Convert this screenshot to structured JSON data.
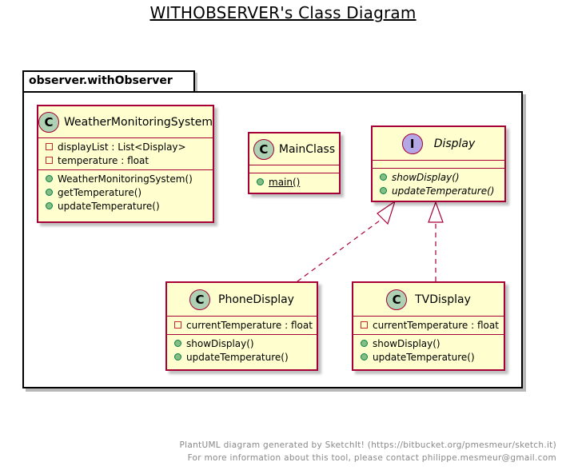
{
  "title": "WITHOBSERVER's Class Diagram",
  "package": {
    "name": "observer.withObserver"
  },
  "classes": {
    "weather": {
      "stereotype": "C",
      "name": "WeatherMonitoringSystem",
      "attributes": [
        {
          "visibility": "private",
          "text": "displayList : List<Display>"
        },
        {
          "visibility": "private",
          "text": "temperature : float"
        }
      ],
      "methods": [
        {
          "visibility": "public",
          "text": "WeatherMonitoringSystem()"
        },
        {
          "visibility": "public",
          "text": "getTemperature()"
        },
        {
          "visibility": "public",
          "text": "updateTemperature()"
        }
      ]
    },
    "main": {
      "stereotype": "C",
      "name": "MainClass",
      "methods": [
        {
          "visibility": "public",
          "text": "main()"
        }
      ]
    },
    "display": {
      "stereotype": "I",
      "name": "Display",
      "methods": [
        {
          "visibility": "public",
          "text": "showDisplay()"
        },
        {
          "visibility": "public",
          "text": "updateTemperature()"
        }
      ]
    },
    "phone": {
      "stereotype": "C",
      "name": "PhoneDisplay",
      "attributes": [
        {
          "visibility": "private",
          "text": "currentTemperature : float"
        }
      ],
      "methods": [
        {
          "visibility": "public",
          "text": "showDisplay()"
        },
        {
          "visibility": "public",
          "text": "updateTemperature()"
        }
      ]
    },
    "tv": {
      "stereotype": "C",
      "name": "TVDisplay",
      "attributes": [
        {
          "visibility": "private",
          "text": "currentTemperature : float"
        }
      ],
      "methods": [
        {
          "visibility": "public",
          "text": "showDisplay()"
        },
        {
          "visibility": "public",
          "text": "updateTemperature()"
        }
      ]
    }
  },
  "relations": [
    {
      "from": "PhoneDisplay",
      "to": "Display",
      "type": "realization"
    },
    {
      "from": "TVDisplay",
      "to": "Display",
      "type": "realization"
    }
  ],
  "footer": {
    "line1": "PlantUML diagram generated by SketchIt! (https://bitbucket.org/pmesmeur/sketch.it)",
    "line2": "For more information about this tool, please contact philippe.mesmeur@gmail.com"
  }
}
